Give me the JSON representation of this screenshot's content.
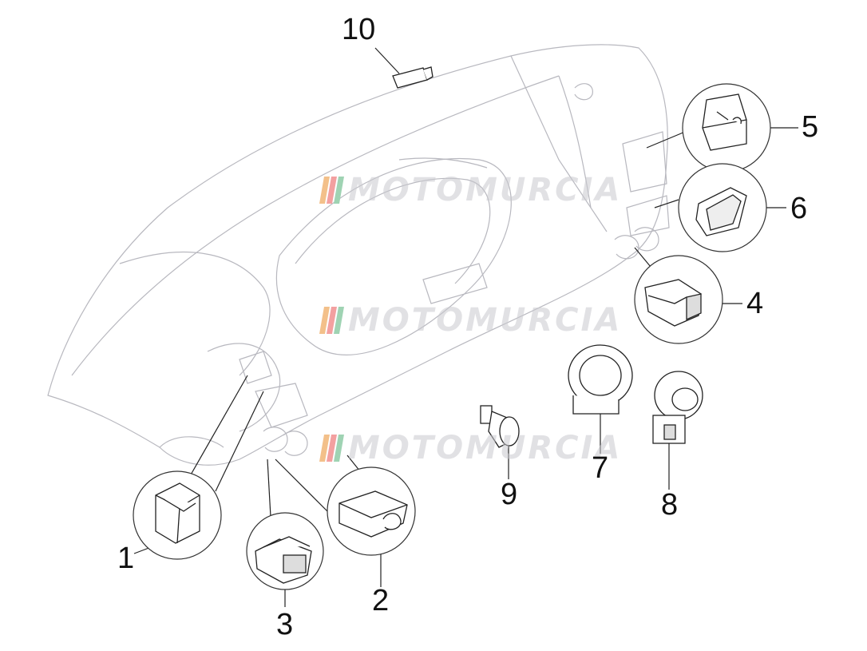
{
  "callouts": [
    {
      "id": "1",
      "label": "1"
    },
    {
      "id": "2",
      "label": "2"
    },
    {
      "id": "3",
      "label": "3"
    },
    {
      "id": "4",
      "label": "4"
    },
    {
      "id": "5",
      "label": "5"
    },
    {
      "id": "6",
      "label": "6"
    },
    {
      "id": "7",
      "label": "7"
    },
    {
      "id": "8",
      "label": "8"
    },
    {
      "id": "9",
      "label": "9"
    },
    {
      "id": "10",
      "label": "10"
    }
  ],
  "watermark": {
    "text": "MOTOMURCIA",
    "stripe_colors": [
      "#f3c08a",
      "#f3a0a0",
      "#9fd3b3"
    ]
  },
  "colors": {
    "line": "#9a9aa2",
    "part_line": "#333333",
    "callout_text": "#111111"
  }
}
